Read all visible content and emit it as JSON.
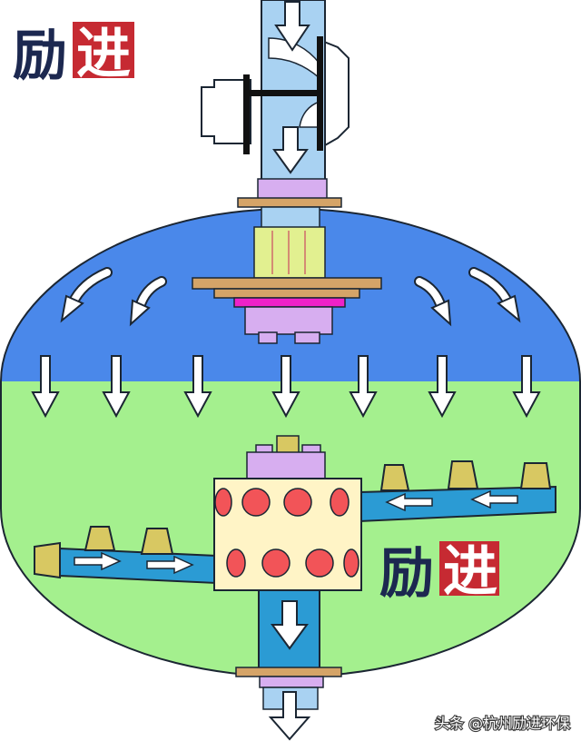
{
  "logo_top": {
    "char_1": "励",
    "char_2": "进"
  },
  "logo_center": {
    "char_1": "励",
    "char_2": "进"
  },
  "watermark": "头条 @杭州励进环保",
  "colors": {
    "upper": "#4a88ea",
    "lower": "#a4f08e",
    "pipe_light": "#a9d2f2",
    "pipe_dark": "#2b9bd4",
    "lavender": "#d7aef0",
    "tan": "#d5a468",
    "collector": "#e2f090",
    "magenta": "#ee22c8",
    "cup": "#d8c862",
    "chamber": "#fff4c6",
    "hole": "#f25458",
    "arrow": "#ffffff",
    "logo_ink": "#1c2850",
    "logo_red": "#c62a32"
  },
  "icons": {
    "flow_arrow": "white-arrow-icon",
    "curved_arrow": "curved-arrow-icon"
  }
}
